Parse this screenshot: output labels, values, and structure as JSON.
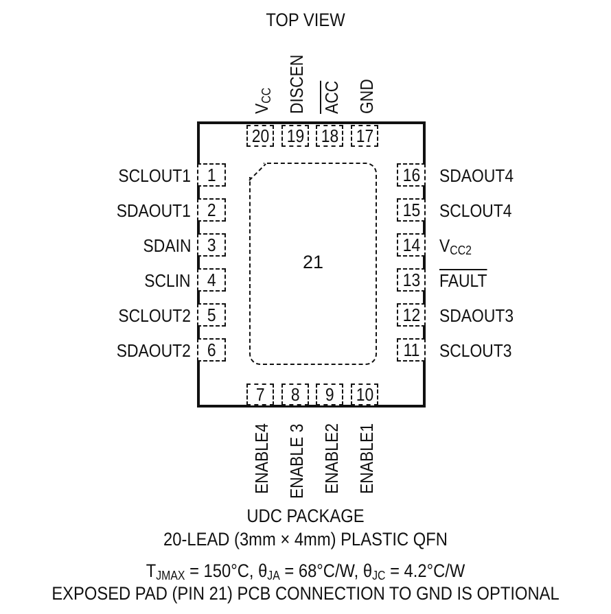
{
  "title": "TOP VIEW",
  "exposed_pad": {
    "number": "21"
  },
  "pins": {
    "top": [
      {
        "number": "20",
        "name_base": "V",
        "name_sub": "CC"
      },
      {
        "number": "19",
        "name": "DISCEN"
      },
      {
        "number": "18",
        "name": "ACC",
        "overbar": true
      },
      {
        "number": "17",
        "name": "GND"
      }
    ],
    "left": [
      {
        "number": "1",
        "name": "SCLOUT1"
      },
      {
        "number": "2",
        "name": "SDAOUT1"
      },
      {
        "number": "3",
        "name": "SDAIN"
      },
      {
        "number": "4",
        "name": "SCLIN"
      },
      {
        "number": "5",
        "name": "SCLOUT2"
      },
      {
        "number": "6",
        "name": "SDAOUT2"
      }
    ],
    "right": [
      {
        "number": "16",
        "name": "SDAOUT4"
      },
      {
        "number": "15",
        "name": "SCLOUT4"
      },
      {
        "number": "14",
        "name_base": "V",
        "name_sub": "CC2"
      },
      {
        "number": "13",
        "name": "FAULT",
        "overbar": true
      },
      {
        "number": "12",
        "name": "SDAOUT3"
      },
      {
        "number": "11",
        "name": "SCLOUT3"
      }
    ],
    "bottom": [
      {
        "number": "7",
        "name": "ENABLE4"
      },
      {
        "number": "8",
        "name": "ENABLE 3"
      },
      {
        "number": "9",
        "name": "ENABLE2"
      },
      {
        "number": "10",
        "name": "ENABLE1"
      }
    ]
  },
  "captions": {
    "package": "UDC PACKAGE",
    "lead": "20-LEAD (3mm × 4mm) PLASTIC QFN",
    "thermal": {
      "tjmax_base": "T",
      "tjmax_sub": "JMAX",
      "tjmax_value": " = 150°C, ",
      "theta_ja_base": "θ",
      "theta_ja_sub": "JA",
      "theta_ja_value": " = 68°C/W, ",
      "theta_jc_base": "θ",
      "theta_jc_sub": "JC",
      "theta_jc_value": " = 4.2°C/W"
    },
    "note": "EXPOSED PAD (PIN 21) PCB CONNECTION TO GND IS OPTIONAL"
  }
}
